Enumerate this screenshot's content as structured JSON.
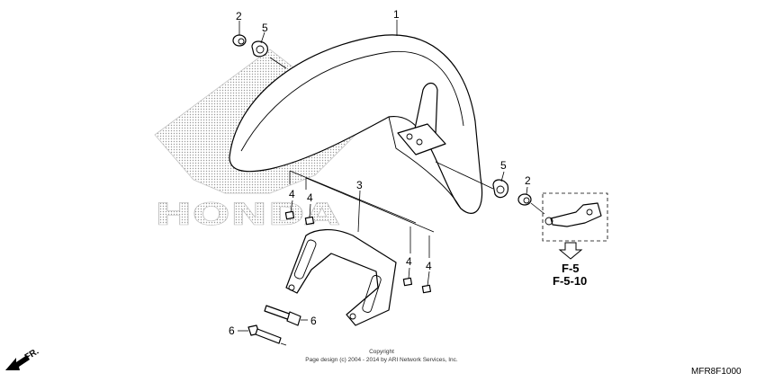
{
  "watermark": {
    "brand": "HONDA"
  },
  "parts": [
    {
      "id": "front-fender",
      "callout": "1"
    },
    {
      "id": "collar-upper",
      "callout": "2"
    },
    {
      "id": "grommet-upper",
      "callout": "5"
    },
    {
      "id": "fender-stay",
      "callout": "3"
    },
    {
      "id": "clip-nut-a",
      "callout": "4"
    },
    {
      "id": "clip-nut-b",
      "callout": "4"
    },
    {
      "id": "clip-nut-c",
      "callout": "4"
    },
    {
      "id": "clip-nut-d",
      "callout": "4"
    },
    {
      "id": "grommet-lower",
      "callout": "5"
    },
    {
      "id": "collar-lower",
      "callout": "2"
    },
    {
      "id": "bolt-upper",
      "callout": "6"
    },
    {
      "id": "bolt-lower",
      "callout": "6"
    }
  ],
  "references": {
    "ref_1": "F-5",
    "ref_2": "F-5-10"
  },
  "copyright": {
    "line_1": "Copyright",
    "line_2": "Page design (c) 2004 - 2014 by ARI Network Services, Inc."
  },
  "diagram_code": "MFR8F1000",
  "direction_label": "FR."
}
